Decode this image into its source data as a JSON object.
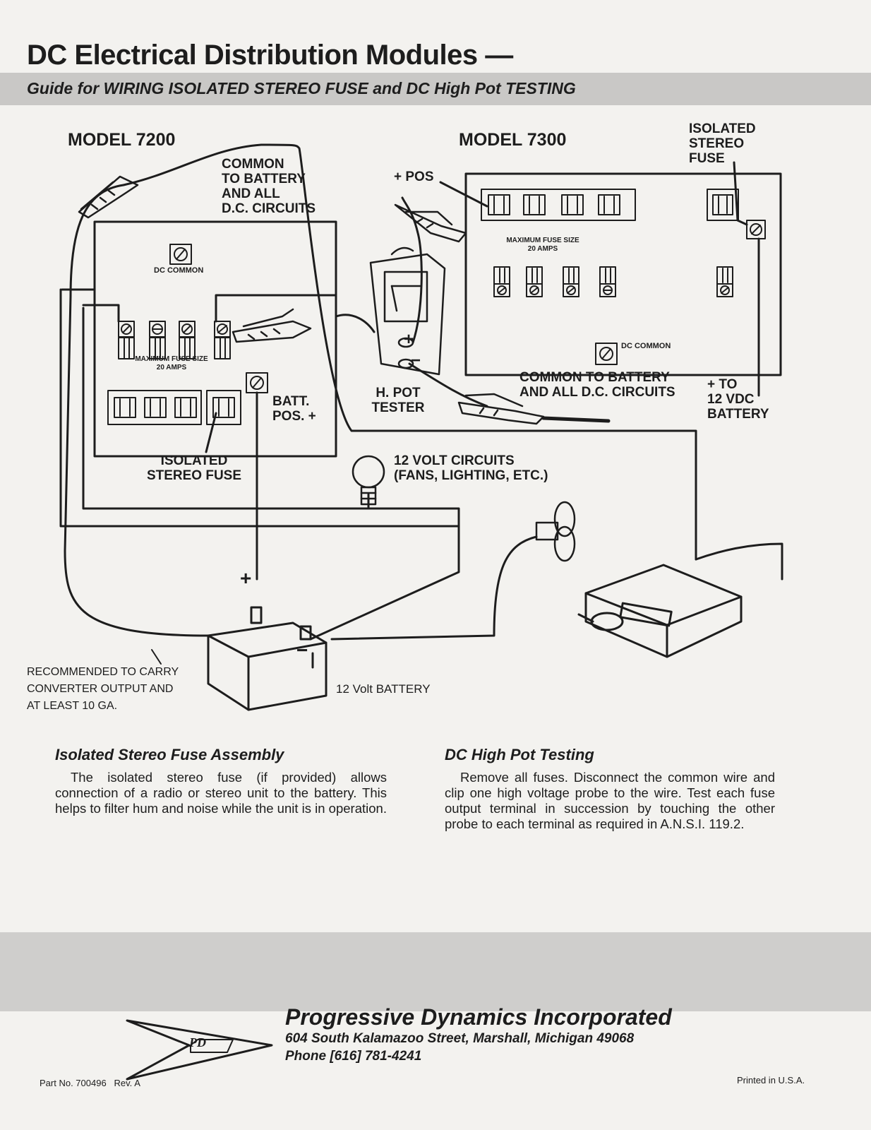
{
  "header": {
    "title": "DC Electrical Distribution Modules —",
    "subtitle": "Guide for WIRING ISOLATED STEREO FUSE and DC High Pot TESTING"
  },
  "diagram": {
    "model_7200": "MODEL 7200",
    "model_7300": "MODEL 7300",
    "common_battery_lines": [
      "COMMON",
      "TO BATTERY",
      "AND ALL",
      "D.C. CIRCUITS"
    ],
    "pos_label": "+ POS",
    "isolated_stereo_fuse_top": [
      "ISOLATED",
      "STEREO",
      "FUSE"
    ],
    "dc_common_7200": "DC COMMON",
    "dc_common_7300": "DC COMMON",
    "max_fuse_7200": [
      "MAXIMUM FUSE SIZE",
      "20 AMPS"
    ],
    "max_fuse_7300": [
      "MAXIMUM FUSE SIZE",
      "20 AMPS"
    ],
    "batt_pos": [
      "BATT.",
      "POS. +"
    ],
    "isolated_stereo_fuse_left": [
      "ISOLATED",
      "STEREO FUSE"
    ],
    "h_pot_tester": [
      "H. POT",
      "TESTER"
    ],
    "tester_plus": "+",
    "tester_minus": "−",
    "common_battery_right": [
      "COMMON TO BATTERY",
      "AND ALL D.C. CIRCUITS"
    ],
    "to_12vdc": [
      "+ TO",
      "12 VDC",
      "BATTERY"
    ],
    "circuits_12v": [
      "12 VOLT CIRCUITS",
      "(FANS, LIGHTING, ETC.)"
    ],
    "battery_plus": "+",
    "battery_minus": "−",
    "recommended": [
      "RECOMMENDED TO CARRY",
      "CONVERTER OUTPUT AND",
      "AT LEAST 10 GA."
    ],
    "battery_label": "12 Volt BATTERY"
  },
  "sections": {
    "isolated": {
      "heading": "Isolated Stereo Fuse Assembly",
      "body": "The isolated stereo fuse (if provided) allows connection of a radio or stereo unit to the battery. This helps to filter hum and noise while the unit is in operation."
    },
    "hipot": {
      "heading": "DC High Pot Testing",
      "body": "Remove all fuses. Disconnect the common wire and clip one high voltage probe to the wire. Test each fuse output terminal in succession by touching the other probe to each terminal as required in A.N.S.I. 119.2."
    }
  },
  "footer": {
    "logo_text": "PD",
    "company": "Progressive Dynamics Incorporated",
    "address": "604 South Kalamazoo Street, Marshall, Michigan 49068",
    "phone": "Phone [616] 781-4241",
    "part_no": "Part No. 700496",
    "rev": "Rev. A",
    "printed": "Printed in U.S.A."
  },
  "colors": {
    "band": "#c9c8c6",
    "ink": "#1d1d1d",
    "paper": "#f3f2ef"
  }
}
